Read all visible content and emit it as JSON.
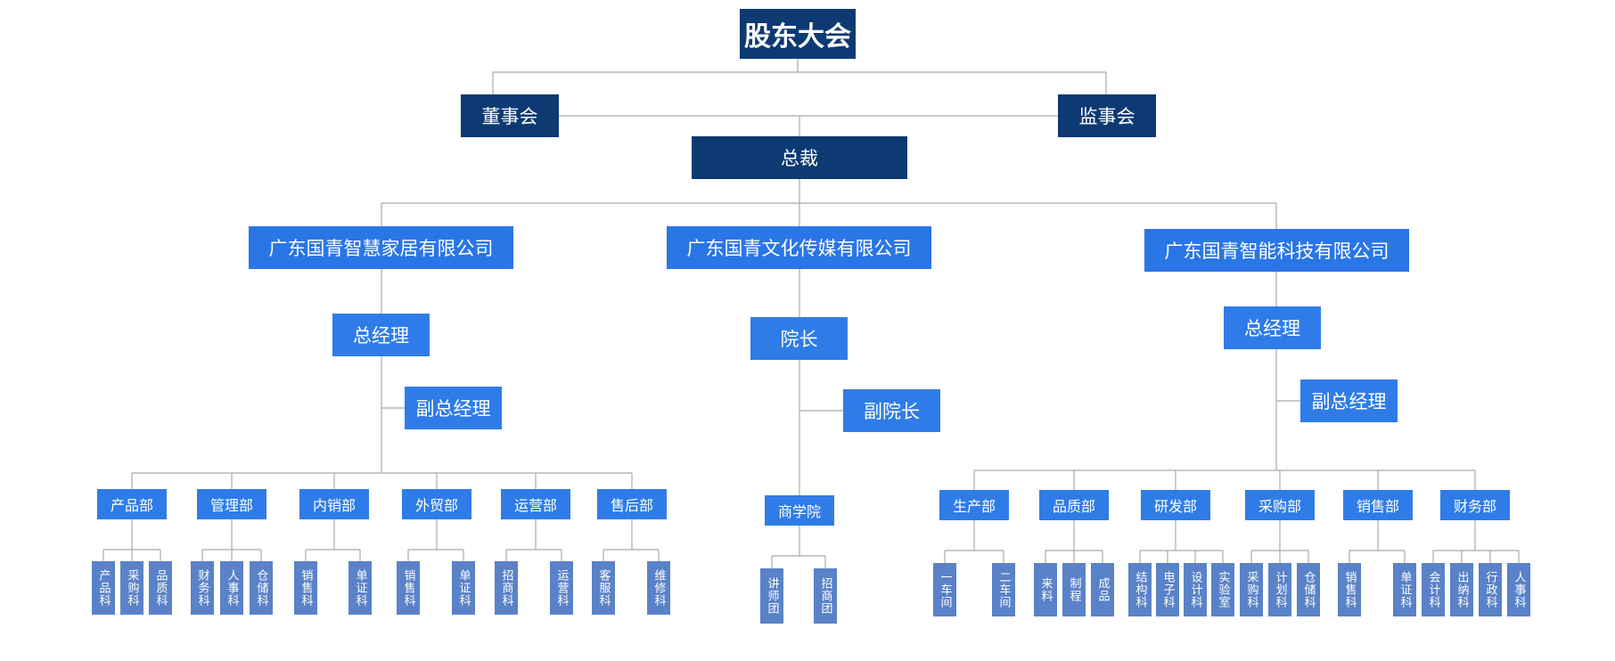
{
  "top": {
    "shareholders": "股东大会",
    "board": "董事会",
    "supervisors": "监事会",
    "president": "总裁"
  },
  "companies": [
    {
      "name": "广东国青智慧家居有限公司",
      "manager": "总经理",
      "deputy": "副总经理",
      "departments": [
        {
          "name": "产品部",
          "sections": [
            "产品科",
            "采购科",
            "品质科"
          ]
        },
        {
          "name": "管理部",
          "sections": [
            "财务科",
            "人事科",
            "仓储科"
          ]
        },
        {
          "name": "内销部",
          "sections": [
            "销售科",
            "单证科"
          ]
        },
        {
          "name": "外贸部",
          "sections": [
            "销售科",
            "单证科"
          ]
        },
        {
          "name": "运营部",
          "sections": [
            "招商科",
            "运营科"
          ]
        },
        {
          "name": "售后部",
          "sections": [
            "客服科",
            "维修科"
          ]
        }
      ]
    },
    {
      "name": "广东国青文化传媒有限公司",
      "manager": "院长",
      "deputy": "副院长",
      "departments": [
        {
          "name": "商学院",
          "sections": [
            "讲师团",
            "招商团"
          ]
        }
      ]
    },
    {
      "name": "广东国青智能科技有限公司",
      "manager": "总经理",
      "deputy": "副总经理",
      "departments": [
        {
          "name": "生产部",
          "sections": [
            "一车间",
            "二车间"
          ]
        },
        {
          "name": "品质部",
          "sections": [
            "来料",
            "制程",
            "成品"
          ]
        },
        {
          "name": "研发部",
          "sections": [
            "结构科",
            "电子科",
            "设计科",
            "实验室"
          ]
        },
        {
          "name": "采购部",
          "sections": [
            "采购科",
            "计划科",
            "仓储科"
          ]
        },
        {
          "name": "销售部",
          "sections": [
            "销售科",
            "单证科"
          ]
        },
        {
          "name": "财务部",
          "sections": [
            "会计科",
            "出纳科",
            "行政科",
            "人事科"
          ]
        }
      ]
    }
  ]
}
